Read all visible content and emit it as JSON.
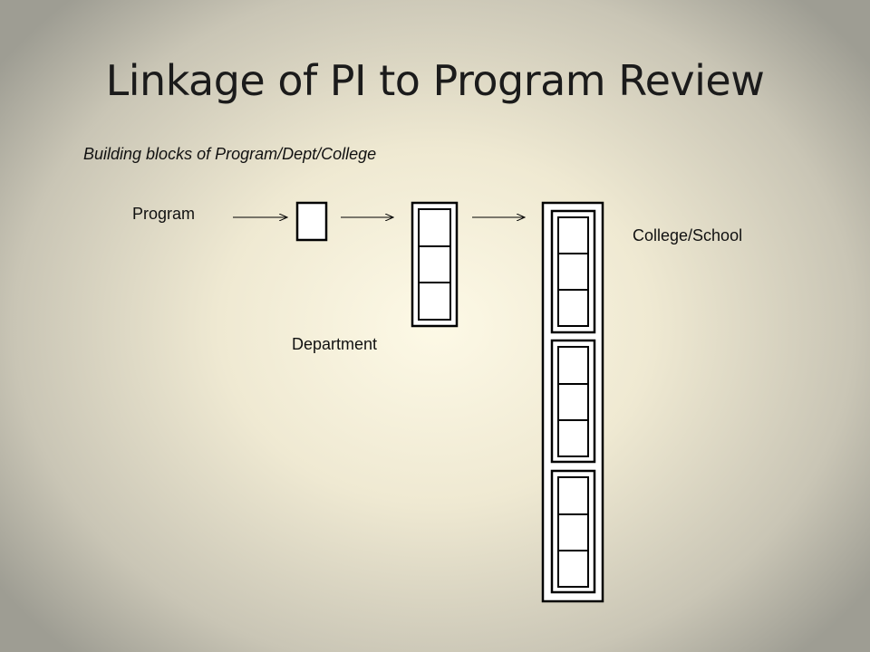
{
  "slide": {
    "title": "Linkage of PI to Program Review",
    "subtitle": "Building blocks of Program/Dept/College"
  },
  "diagram": {
    "labels": {
      "program": "Program",
      "department": "Department",
      "college": "College/School"
    },
    "stages": [
      {
        "name": "program",
        "blocks": 1,
        "units_per_block": 1
      },
      {
        "name": "department",
        "blocks": 1,
        "units_per_block": 3
      },
      {
        "name": "college",
        "blocks": 3,
        "units_per_block": 3
      }
    ],
    "colors": {
      "stroke": "#000000",
      "fill": "#ffffff"
    }
  }
}
